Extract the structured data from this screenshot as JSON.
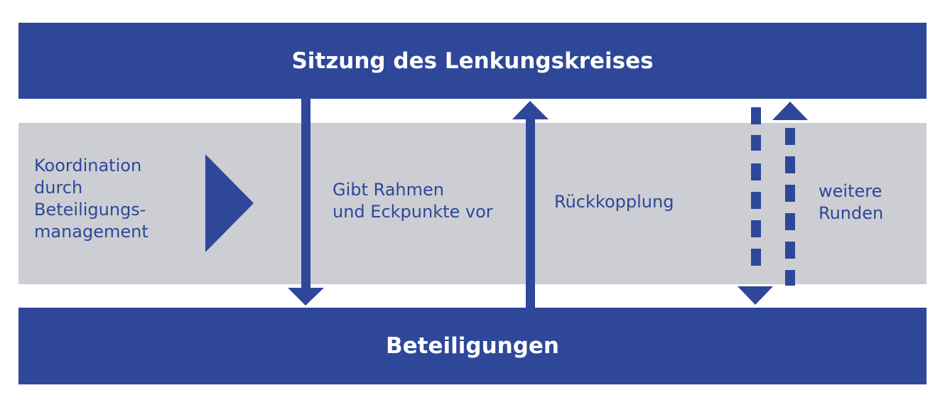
{
  "header": {
    "title": "Sitzung des Lenkungskreises"
  },
  "footer": {
    "title": "Beteiligungen"
  },
  "middle": {
    "coordination": "Koordination\ndurch\nBeteiligungs-\nmanagement",
    "framework": "Gibt Rahmen\nund Eckpunkte vor",
    "feedback": "Rückkopplung",
    "rounds": "weitere\nRunden"
  },
  "colors": {
    "primary": "#2e4799",
    "band_gray": "#cdced3",
    "background": "#ffffff"
  }
}
